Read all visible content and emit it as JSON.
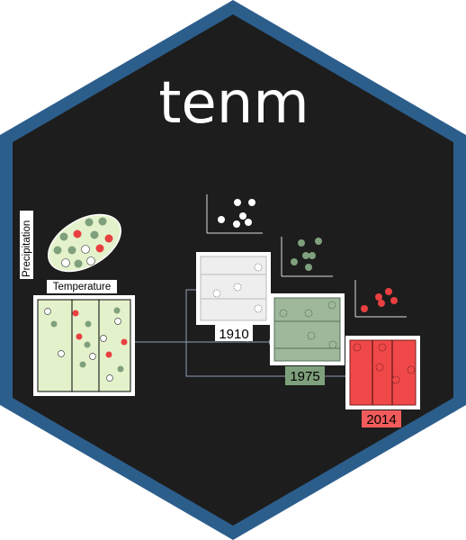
{
  "title": "tenm",
  "axes": {
    "y_label": "Precipitation",
    "x_label": "Temperature"
  },
  "periods": [
    {
      "label": "1910",
      "color": "#eeeeee"
    },
    {
      "label": "1975",
      "color": "#9fb89c"
    },
    {
      "label": "2014",
      "color": "#f04848"
    }
  ],
  "colors": {
    "background": "#1d1d1d",
    "border": "#2c5e8c",
    "green": "#7fa07c",
    "red": "#e84040",
    "white": "#ffffff",
    "light_green": "#e4f2cc"
  }
}
